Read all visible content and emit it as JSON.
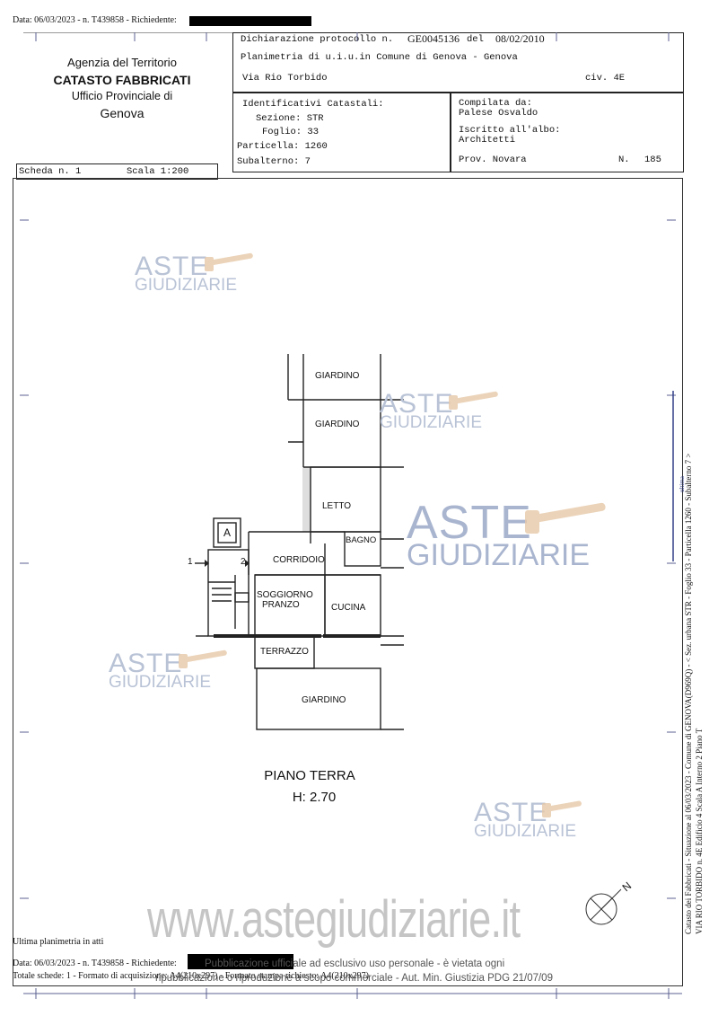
{
  "header": {
    "top_line": "Data: 06/03/2023 - n. T439858 - Richiedente:"
  },
  "agency": {
    "line1": "Agenzia del Territorio",
    "line2": "CATASTO FABBRICATI",
    "line3": "Ufficio Provinciale di",
    "line4": "Genova"
  },
  "declaration": {
    "protocol_label": "Dichiarazione protocollo n.",
    "protocol_number": "GE0045136",
    "del_label": "del",
    "date": "08/02/2010",
    "plan_line": "Planimetria di u.i.u.in Comune di Genova - Genova",
    "address": "Via Rio Torbido",
    "civ": "civ. 4E"
  },
  "cadastral": {
    "title": "Identificativi Catastali:",
    "sezione": "Sezione: STR",
    "foglio": "Foglio: 33",
    "particella": "Particella: 1260",
    "subalterno": "Subalterno: 7"
  },
  "compiler": {
    "compiled_label": "Compilata da:",
    "compiled_name": "Palese Osvaldo",
    "albo_label": "Iscritto all'albo:",
    "albo_value": "Architetti",
    "prov": "Prov. Novara",
    "n_label": "N.",
    "n_value": "185"
  },
  "scheda": {
    "label": "Scheda n. 1",
    "scale": "Scala 1:200"
  },
  "rooms": {
    "giardino_top1": "GIARDINO",
    "giardino_top2": "GIARDINO",
    "letto": "LETTO",
    "bagno": "BAGNO",
    "corridoio": "CORRIDOIO",
    "soggiorno": "SOGGIORNO",
    "pranzo": "PRANZO",
    "cucina": "CUCINA",
    "terrazzo": "TERRAZZO",
    "giardino_bottom": "GIARDINO",
    "stair_label": "A",
    "marker1": "1",
    "marker2": "2"
  },
  "floor": {
    "name": "PIANO TERRA",
    "height": "H: 2.70"
  },
  "compass": {
    "label": "N"
  },
  "side_text": {
    "line1": "Catasto dei Fabbricati - Situazione al 06/03/2023 - Comune di GENOVA(D969Q) - < Sez. urbana STR - Foglio 33 - Particella 1260 - Subalterno 7 >",
    "line2": "VIA RIO TORBIDO n. 4E Edificio 4 Scala A Interno 2 Piano T",
    "marker": "ultima"
  },
  "watermark": {
    "aste": "ASTE",
    "giudiziarie": "GIUDIZIARIE",
    "site": "www.astegiudiziarie.it"
  },
  "footer": {
    "ultima": "Ultima planimetria in atti",
    "data_line": "Data: 06/03/2023 - n. T439858 - Richiedente:",
    "totale_line": "Totale schede: 1 - Formato di acquisizione: A4(210x297) - Formato stampa richiesto: A4(210x297)",
    "notice1": "Pubblicazione ufficiale ad esclusivo uso personale - è vietata ogni",
    "notice2": "ripubblicazione o riproduzione a scopo commerciale - Aut. Min. Giustizia PDG 21/07/09"
  }
}
